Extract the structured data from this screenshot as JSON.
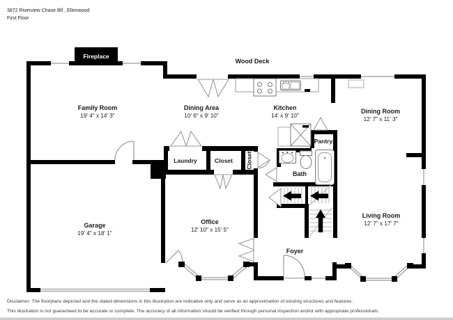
{
  "header": {
    "address": "3872 Riverview Chase Blf , Ellenwood",
    "floor_label": "First Floor"
  },
  "rooms": {
    "family_room": {
      "name": "Family Room",
      "dims": "19' 4\" x 14' 3\""
    },
    "dining_area": {
      "name": "Dining Area",
      "dims": "10' 6\" x 9' 10\""
    },
    "kitchen": {
      "name": "Kitchen",
      "dims": "14' x 9' 10\""
    },
    "dining_room": {
      "name": "Dining Room",
      "dims": "12' 7\" x 11' 3\""
    },
    "garage": {
      "name": "Garage",
      "dims": "19' 4\" x 18' 1\""
    },
    "office": {
      "name": "Office",
      "dims": "12' 10\" x 15' 5\""
    },
    "living_room": {
      "name": "Living Room",
      "dims": "12' 7\" x 17' 7\""
    }
  },
  "labels": {
    "fireplace": "Fireplace",
    "wood_deck": "Wood Deck",
    "laundry": "Laundry",
    "closet1": "Closet",
    "closet2": "Closet",
    "pantry": "Pantry",
    "bath": "Bath",
    "foyer": "Foyer"
  },
  "disclaimer": {
    "line1": "Disclaimer: The floorplans depicted and the stated dimensions in this illustration are indicative only and serve as an approximation of existing structures and features.",
    "line2": "This illustration is not guaranteed to be accurate or complete. The accuracy of all information should be verified through personal inspection and/or with appropriate professionals."
  },
  "colors": {
    "wall": "#000000",
    "thin_line": "#999999",
    "background": "#ffffff",
    "bottom_bar": "#cccccc"
  }
}
